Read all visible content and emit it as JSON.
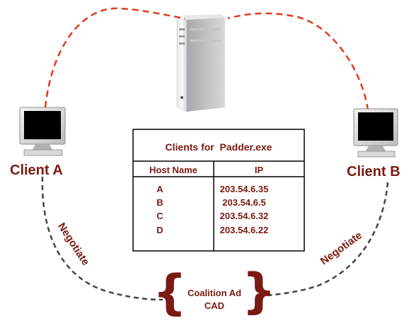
{
  "server": {
    "icon": "tower-server-icon"
  },
  "clients": {
    "a": {
      "label": "Client A",
      "icon": "desktop-monitor-icon"
    },
    "b": {
      "label": "Client B",
      "icon": "desktop-monitor-icon"
    }
  },
  "table": {
    "title": "Clients for  Padder.exe",
    "headers": [
      "Host Name",
      "IP"
    ],
    "rows": [
      {
        "host": "A",
        "ip": "203.54.6.35"
      },
      {
        "host": "B",
        "ip": "203.54.6.5"
      },
      {
        "host": "C",
        "ip": "203.54.6.32"
      },
      {
        "host": "D",
        "ip": "203.54.6.22"
      }
    ]
  },
  "negotiate_left": "Negotiate",
  "negotiate_right": "Negotiate",
  "coalition": {
    "line1": "Coalition Ad",
    "line2": "CAD"
  },
  "colors": {
    "label_color": "#7a1a12",
    "server_link": "#e0391c",
    "negotiate_link": "#444444",
    "table_border": "#000000"
  }
}
